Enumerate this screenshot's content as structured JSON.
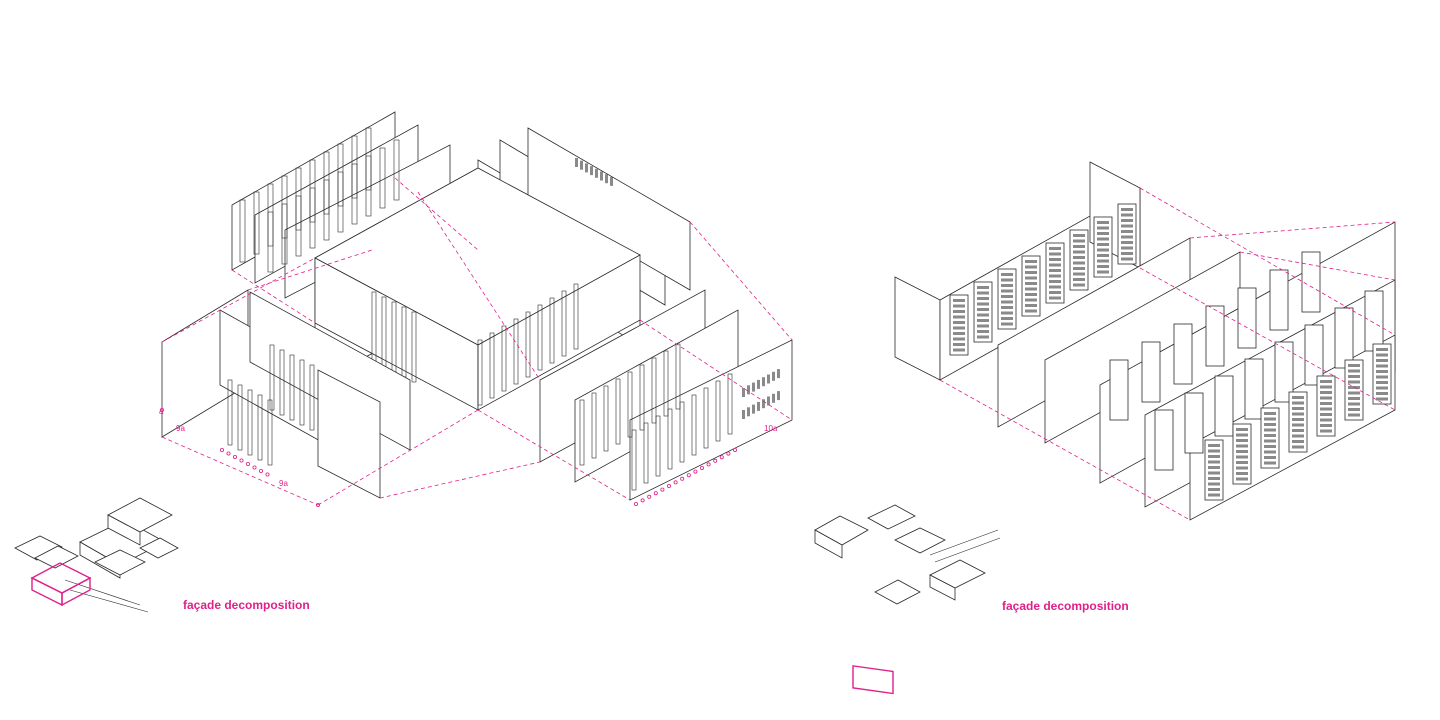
{
  "accent_color": "#e0208a",
  "line_color": "#2a2a2a",
  "left_panel": {
    "caption": "façade decomposition",
    "module_labels": [
      "9a",
      "9a",
      "10a"
    ],
    "module_marker": "a"
  },
  "right_panel": {
    "caption": "façade decomposition"
  }
}
